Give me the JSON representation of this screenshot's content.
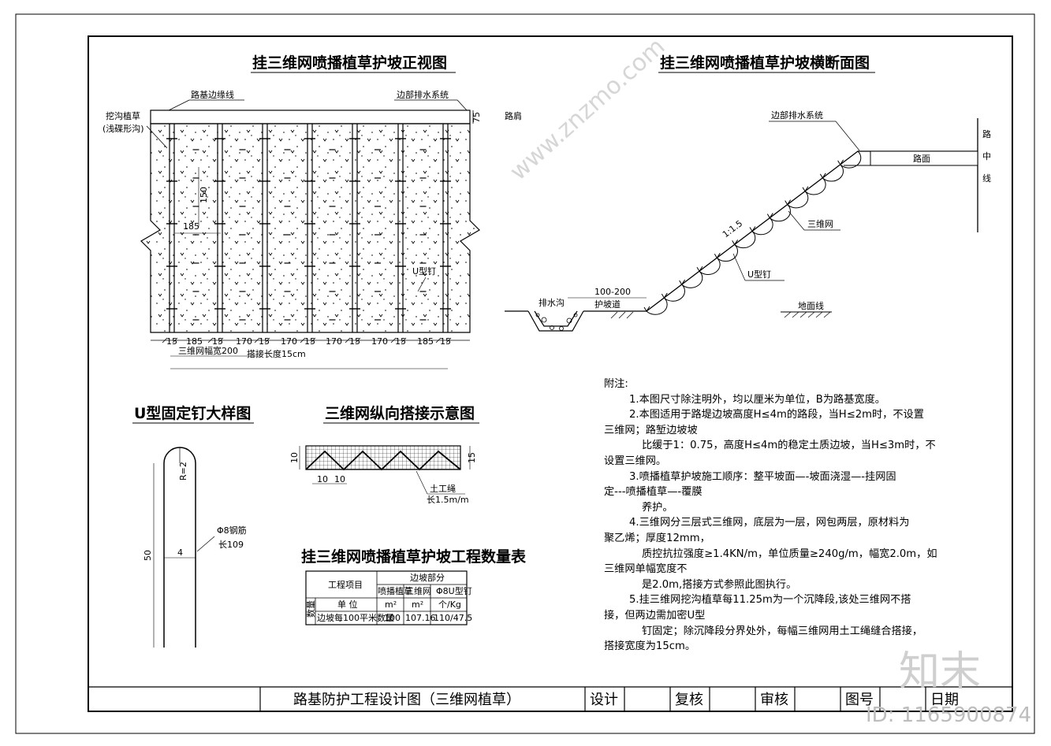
{
  "front_view": {
    "title": "挂三维网喷播植草护坡正视图",
    "label_edge": "路基边缘线",
    "label_drain": "边部排水系统",
    "label_shoulder": "路肩",
    "label_ditch1": "挖沟植草",
    "label_ditch2": "(浅碟形沟)",
    "dim_75": "75",
    "dim_150": "150",
    "dim_185": "185",
    "label_ustaple": "U型钉",
    "bottom_dims": [
      "15",
      "185",
      "15",
      "170",
      "15",
      "170",
      "15",
      "170",
      "15",
      "170",
      "15",
      "185",
      "15"
    ],
    "width_label": "三维网幅宽200",
    "overlap_label": "搭接长度15cm"
  },
  "cross_section": {
    "title": "挂三维网喷播植草护坡横断面图",
    "label_drain": "边部排水系统",
    "label_road": "路面",
    "label_center": [
      "路",
      "中",
      "线"
    ],
    "label_net": "三维网",
    "label_slope": "1:1.5",
    "label_ustaple": "U型钉",
    "label_ditch": "排水沟",
    "label_berm": "护坡道",
    "label_berm_dim": "100-200",
    "label_ground": "地面线"
  },
  "ustaple_detail": {
    "title": "U型固定钉大样图",
    "dim_r": "R=2",
    "dim_50": "50",
    "dim_4": "4",
    "label_rebar1": "Φ8钢筋",
    "label_rebar2": "长109"
  },
  "overlap_detail": {
    "title": "三维网纵向搭接示意图",
    "dim_10a": "10",
    "dim_10b": "10",
    "dim_10c": "10",
    "dim_15": "15",
    "label_rope1": "土工绳",
    "label_rope2": "长1.5m/m"
  },
  "quantity_table": {
    "title": "挂三维网喷播植草护坡工程数量表",
    "col_item": "工程项目",
    "col_group": "边坡部分",
    "cols": [
      "喷播植草",
      "三维网",
      "Φ8U型钉"
    ],
    "row_side": "数量",
    "row_unit_label": "单 位",
    "units": [
      "m²",
      "m²",
      "个/Kg"
    ],
    "row_qty_label": "边坡每100平米数量",
    "qty": [
      "100",
      "107.16",
      "110/47.5"
    ]
  },
  "notes": {
    "heading": "附注:",
    "lines": [
      "1.本图尺寸除注明外，均以厘米为单位，B为路基宽度。",
      "2.本图适用于路堤边坡高度H≤4m的路段，当H≤2m时，不设置",
      "三维网；路堑边坡坡",
      "比缓于1：0.75，高度H≤4m的稳定土质边坡，当H≤3m时，不",
      "设置三维网。",
      "3.喷播植草护坡施工顺序：整平坡面—-坡面浇湿—-挂网固",
      "定---喷播植草—-覆膜",
      "养护。",
      "4.三维网分三层式三维网，底层为一层，网包两层，原材料为",
      "聚乙烯；厚度12mm，",
      "质控抗拉强度≥1.4KN/m，单位质量≥240g/m，幅宽2.0m，如",
      "三维网单幅宽度不",
      "是2.0m,搭接方式参照此图执行。",
      "5.挂三维网挖沟植草每11.25m为一个沉降段,该处三维网不搭",
      "接，但两边需加密U型",
      "钉固定；除沉降段分界处外，每幅三维网用土工绳缝合搭接，",
      "搭接宽度为15cm。"
    ]
  },
  "title_block": {
    "drawing_title": "路基防护工程设计图（三维网植草）",
    "design": "设计",
    "review": "复核",
    "audit": "审核",
    "drawing_no": "图号",
    "date": "日期"
  },
  "watermark": {
    "site": "www.znzmo.com",
    "logo": "知末",
    "id": "ID: 1165900874"
  }
}
